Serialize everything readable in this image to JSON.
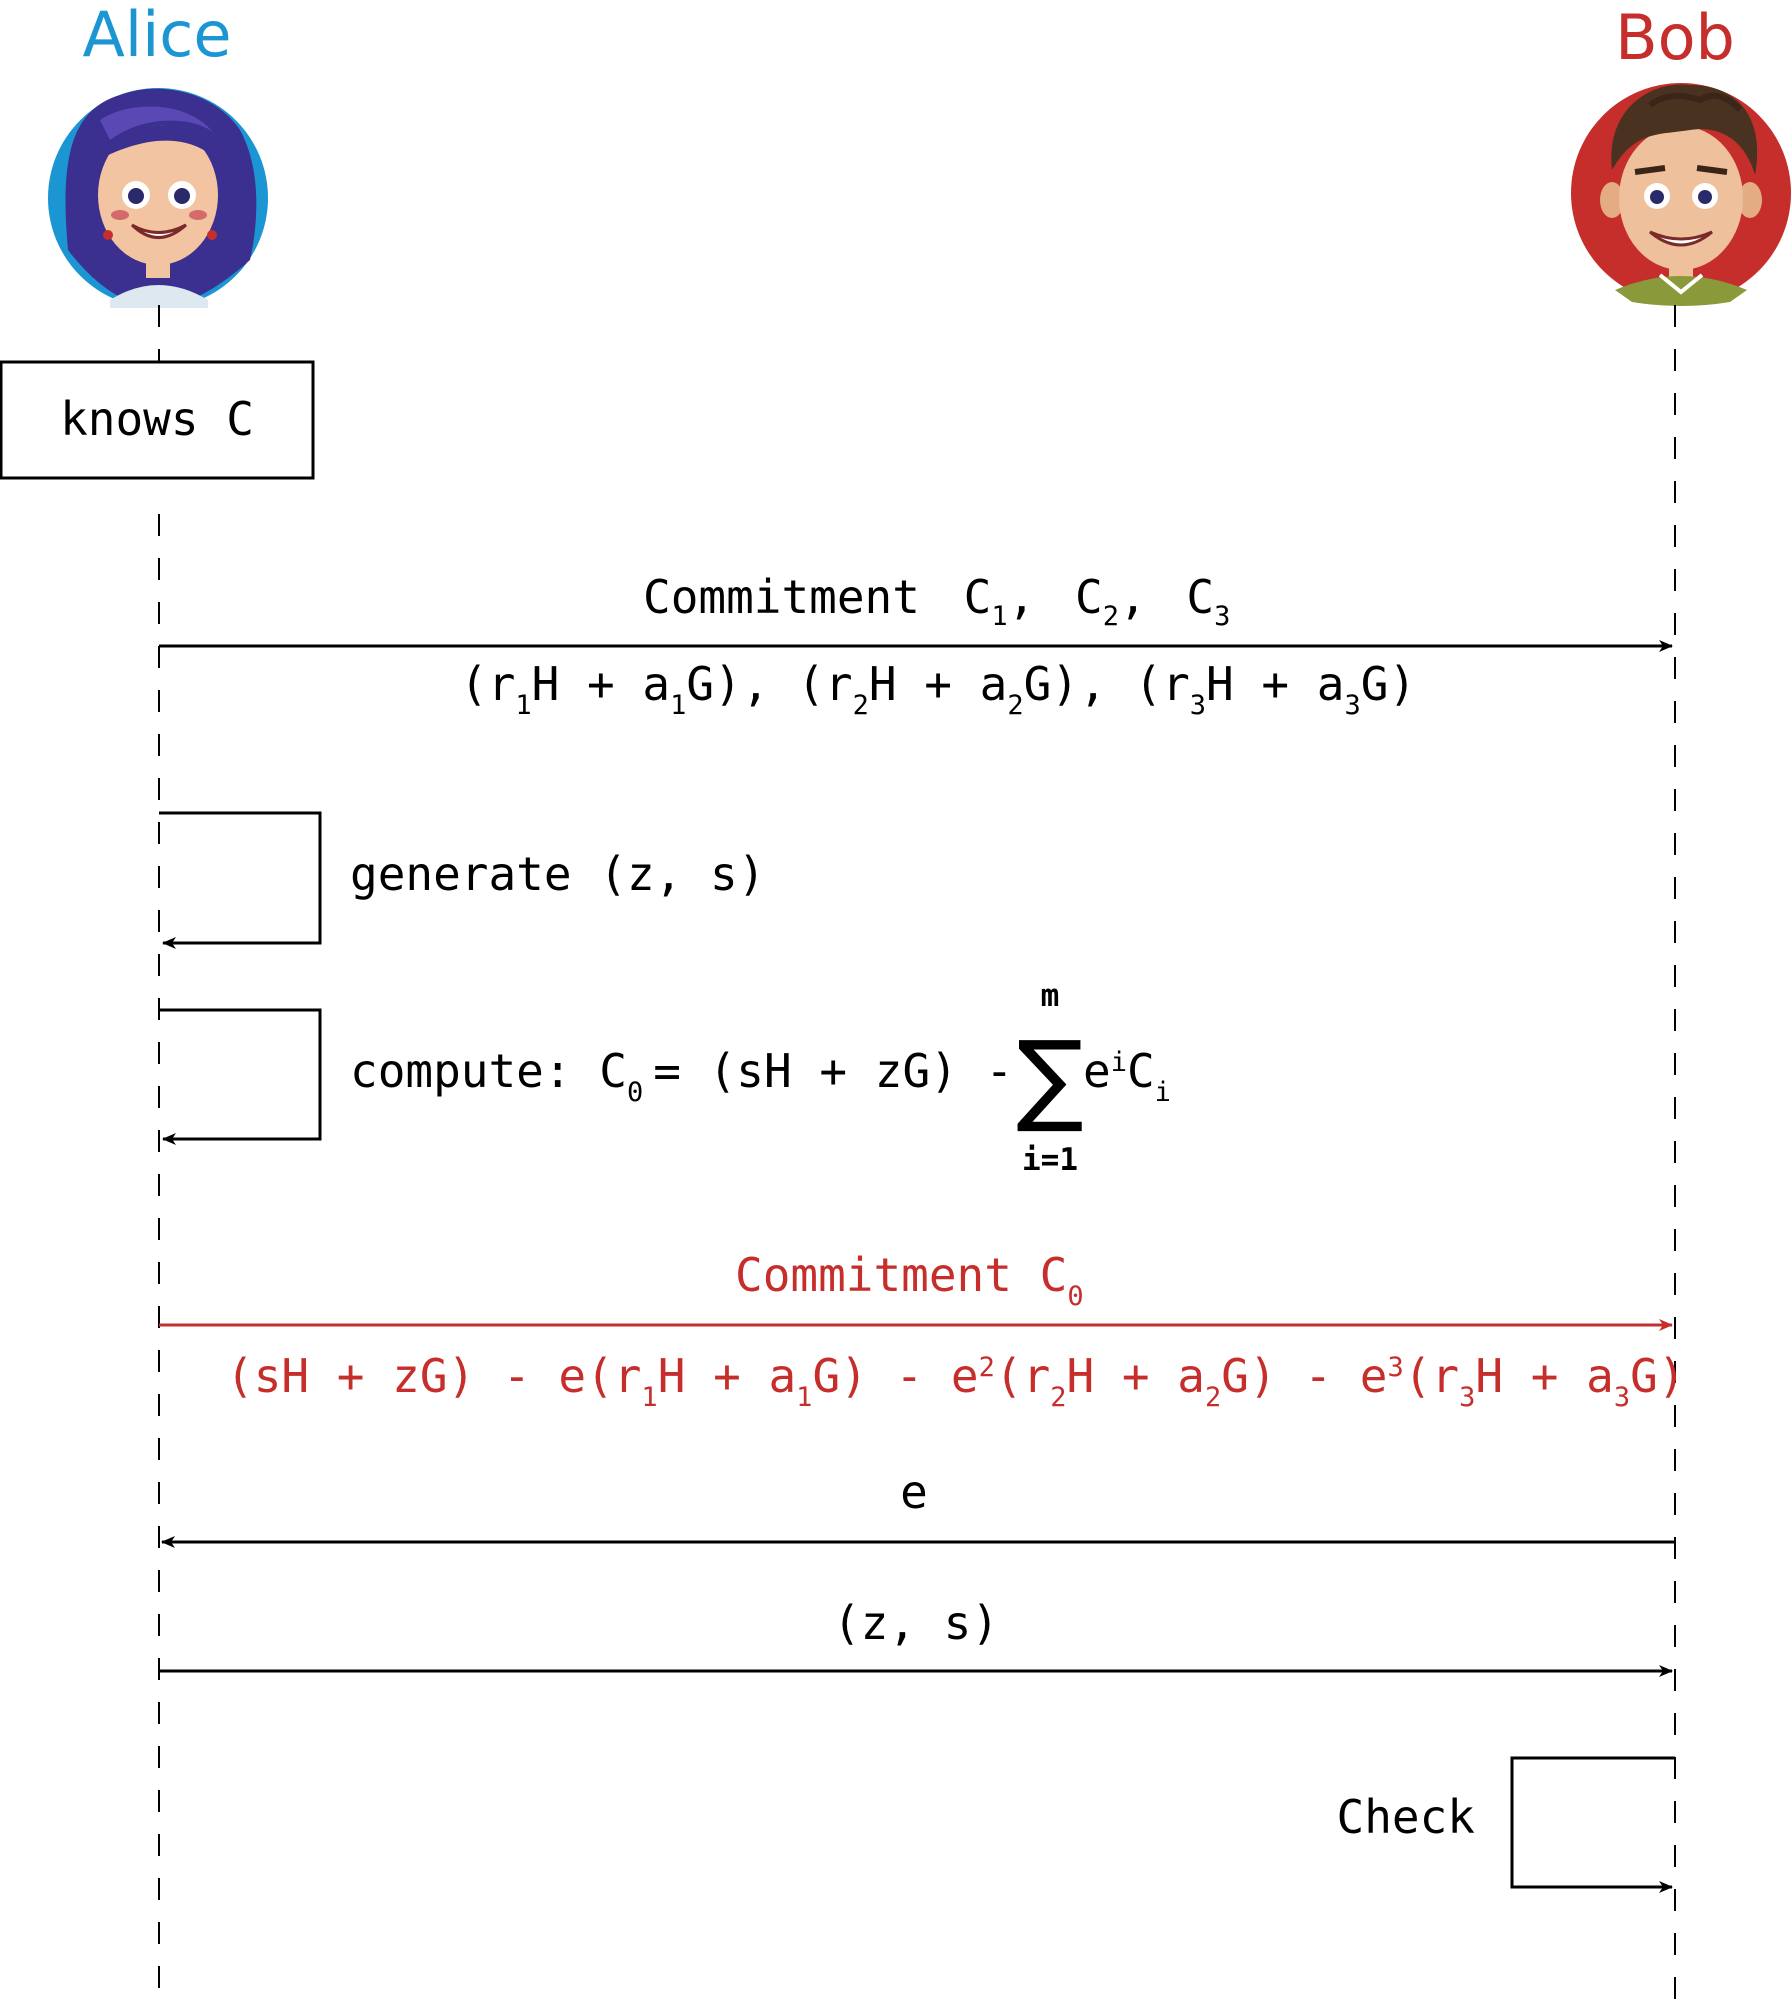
{
  "actors": {
    "alice": {
      "name": "Alice",
      "color": "#1b96d3"
    },
    "bob": {
      "name": "Bob",
      "color": "#c62e2b"
    }
  },
  "note": "knows C",
  "messages": {
    "commit": {
      "label": "Commitment",
      "c1": "C",
      "c1_sub": "1",
      "c2": "C",
      "c2_sub": "2",
      "c3": "C",
      "c3_sub": "3",
      "sep": ","
    },
    "expr1": {
      "open": "(r",
      "s1": "1",
      "p1": "H + a",
      "s2": "1",
      "p2": "G), (r",
      "s3": "2",
      "p3": "H + a",
      "s4": "2",
      "p4": "G), (r",
      "s5": "3",
      "p5": "H + a",
      "s6": "3",
      "p6": "G)"
    },
    "generate": "generate (z, s)",
    "compute": {
      "prefix": "compute: C",
      "sub0": "0",
      "middle": "= (sH + zG) -",
      "sigma": "∑",
      "upper": "m",
      "lower": "i=1",
      "e": "e",
      "e_sup": "i",
      "c": "C",
      "c_sub": "i"
    },
    "commit0": {
      "label": "Commitment C",
      "sub": "0"
    },
    "expr2": {
      "a": "(sH + zG) - e(r",
      "s1": "1",
      "b": "H + a",
      "s2": "1",
      "c": "G) - e",
      "p2": "2",
      "d": "(r",
      "s3": "2",
      "e": "H + a",
      "s4": "2",
      "f": "G) - e",
      "p3": "3",
      "g": "(r",
      "s5": "3",
      "h": "H + a",
      "s6": "3",
      "i": "G)"
    },
    "challenge": "e",
    "response": "(z, s)",
    "check": "Check"
  },
  "colors": {
    "line": "#000000",
    "highlight": "#c62e2b"
  }
}
